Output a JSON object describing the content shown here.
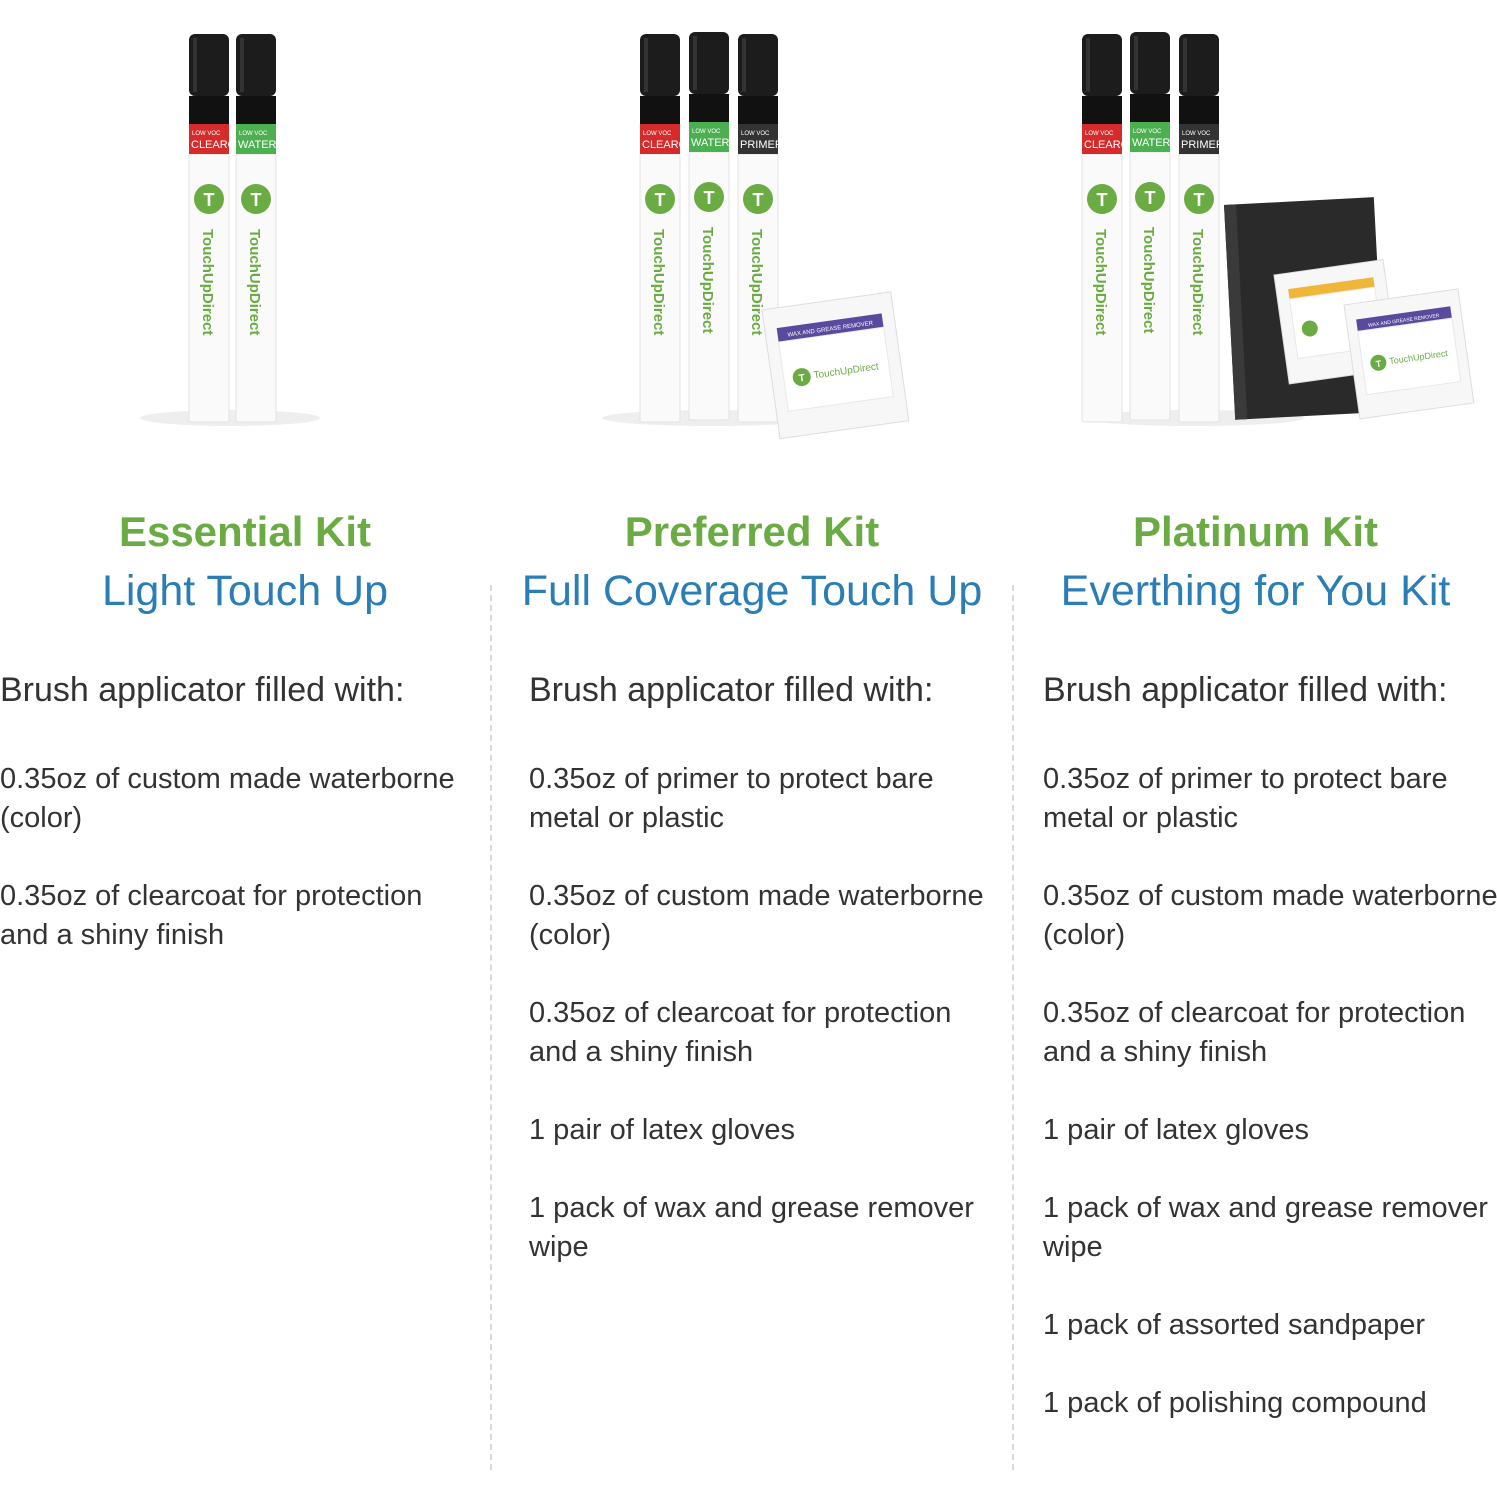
{
  "brand": "TouchUpDirect",
  "colors": {
    "title_green": "#6bab43",
    "subtitle_blue": "#2a7db5",
    "text": "#333333",
    "clearcoat_band": "#d62b2b",
    "waterborne_band": "#4caf50",
    "primer_band": "#333333"
  },
  "pen_labels": {
    "low_voc": "LOW VOC",
    "clearcoat": "CLEARCO",
    "waterborne": "WATERB",
    "primer": "PRIMER"
  },
  "wipe_label": "WAX AND GREASE REMOVER",
  "kits": [
    {
      "title": "Essential Kit",
      "subtitle": "Light Touch Up",
      "heading": "Brush applicator filled with:",
      "items": [
        "0.35oz of custom made waterborne (color)",
        "0.35oz of clearcoat for protection and a shiny finish"
      ]
    },
    {
      "title": "Preferred Kit",
      "subtitle": "Full Coverage Touch Up",
      "heading": "Brush applicator filled with:",
      "items": [
        "0.35oz of primer to protect bare metal or plastic",
        "0.35oz of custom made waterborne (color)",
        "0.35oz of clearcoat for protection and a shiny finish",
        "1 pair of latex gloves",
        "1 pack of wax and grease remover wipe"
      ]
    },
    {
      "title": "Platinum Kit",
      "subtitle": "Everthing for You Kit",
      "heading": "Brush applicator filled with:",
      "items": [
        "0.35oz of primer to protect bare metal or plastic",
        "0.35oz of custom made waterborne (color)",
        "0.35oz of clearcoat for protection and a shiny finish",
        "1 pair of latex gloves",
        "1 pack of wax and grease remover wipe",
        "1 pack of assorted sandpaper",
        "1 pack of polishing compound"
      ]
    }
  ]
}
